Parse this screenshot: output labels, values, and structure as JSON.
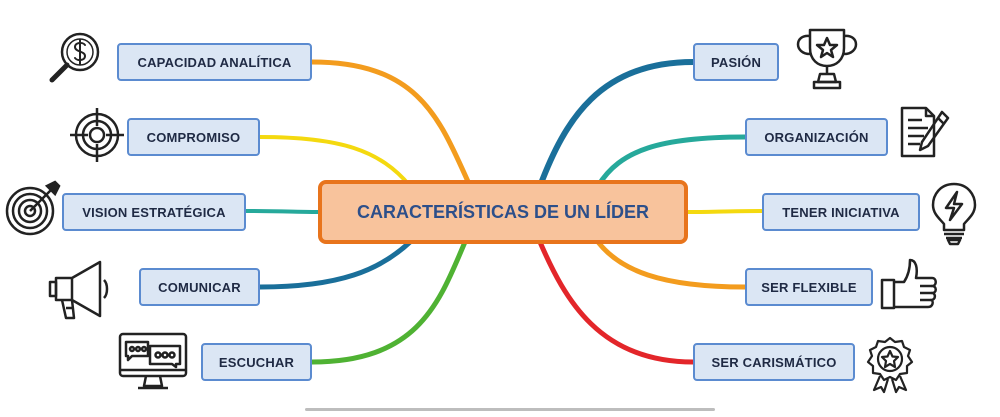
{
  "diagram": {
    "center": {
      "label": "CARACTERÍSTICAS DE UN LÍDER",
      "color": "#2d4f8a"
    },
    "left": [
      {
        "label": "CAPACIDAD ANALÍTICA",
        "icon": "magnifier-dollar-icon",
        "branch_color": "#f39c1e"
      },
      {
        "label": "COMPROMISO",
        "icon": "target-crosshair-icon",
        "branch_color": "#f4d90f"
      },
      {
        "label": "VISION ESTRATÉGICA",
        "icon": "target-arrow-icon",
        "branch_color": "#26a99b"
      },
      {
        "label": "COMUNICAR",
        "icon": "megaphone-icon",
        "branch_color": "#1a6f9a"
      },
      {
        "label": "ESCUCHAR",
        "icon": "monitor-chat-icon",
        "branch_color": "#4fb233"
      }
    ],
    "right": [
      {
        "label": "PASIÓN",
        "icon": "trophy-icon",
        "branch_color": "#1a6f9a"
      },
      {
        "label": "ORGANIZACIÓN",
        "icon": "document-pen-icon",
        "branch_color": "#26a99b"
      },
      {
        "label": "TENER INICIATIVA",
        "icon": "lightbulb-bolt-icon",
        "branch_color": "#f4d90f"
      },
      {
        "label": "SER FLEXIBLE",
        "icon": "thumbs-up-icon",
        "branch_color": "#f39c1e"
      },
      {
        "label": "SER CARISMÁTICO",
        "icon": "award-badge-icon",
        "branch_color": "#e3262a"
      }
    ]
  }
}
